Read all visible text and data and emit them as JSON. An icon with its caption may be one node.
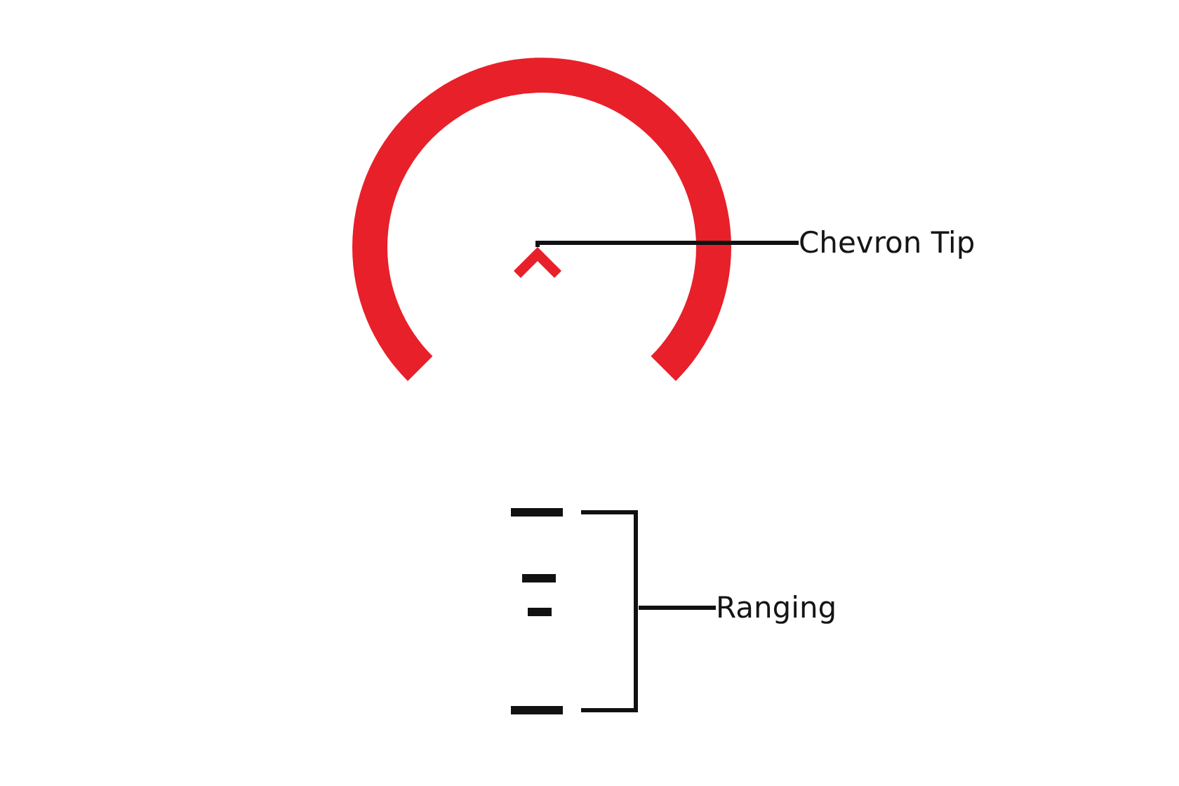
{
  "diagram": {
    "nodes": [
      {
        "text": [],
        "shape": "chevron"
      },
      {
        "text": [
          "Chevron Tip"
        ]
      },
      {
        "text": [],
        "shape": "bar"
      },
      {
        "text": [
          "Ranging"
        ]
      }
    ],
    "edges": [
      {
        "from": 1,
        "to": 0,
        "arrow": "none"
      },
      {
        "from": 3,
        "to": 2,
        "arrow": "none"
      }
    ]
  }
}
